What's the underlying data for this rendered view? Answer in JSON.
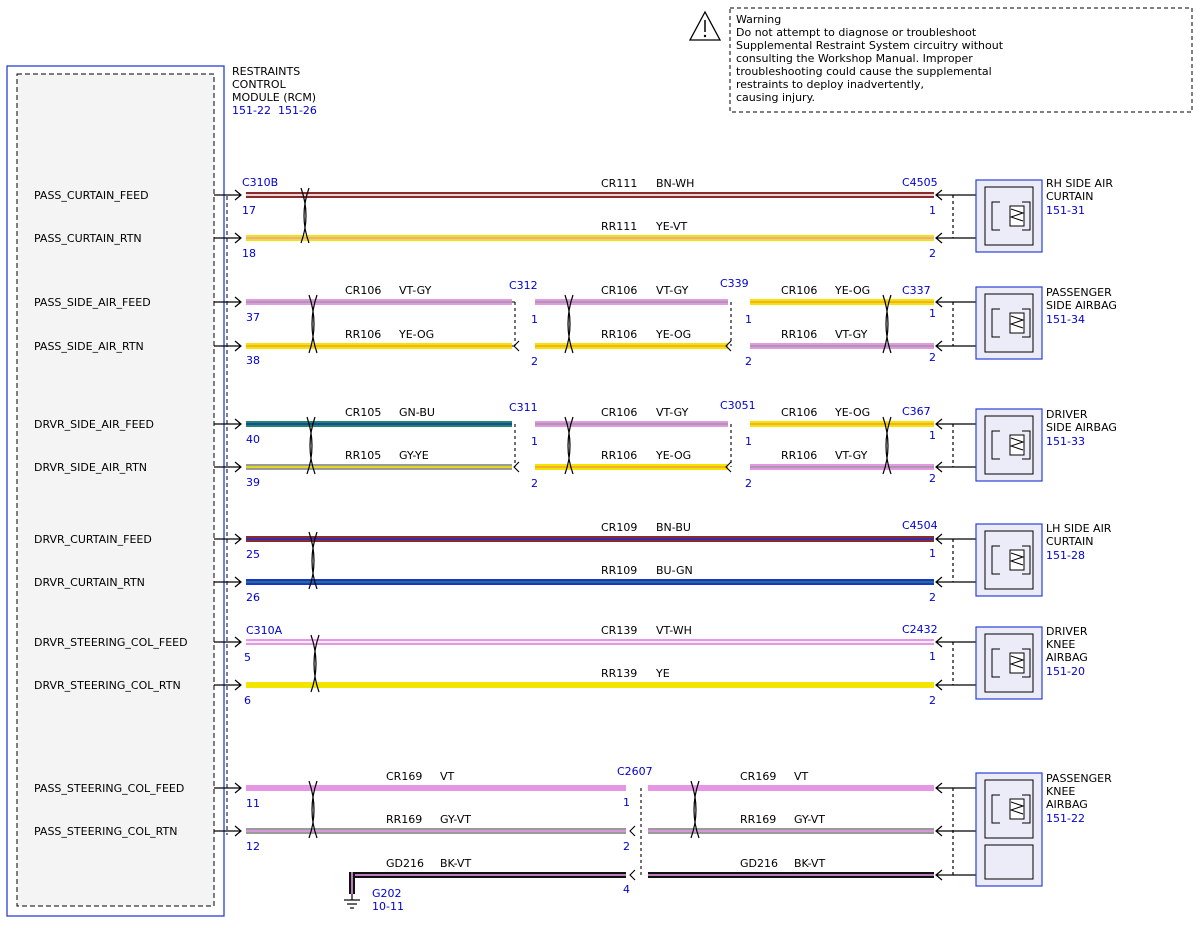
{
  "warning": {
    "icon": "warning-triangle-icon",
    "lines": [
      "Warning",
      "Do not attempt to diagnose or troubleshoot",
      "Supplemental Restraint System circuitry without",
      "consulting the Workshop Manual. Improper",
      "troubleshooting could cause the supplemental",
      "restraints to deploy inadvertently,",
      "causing injury."
    ]
  },
  "module": {
    "name_lines": [
      "RESTRAINTS",
      "CONTROL",
      "MODULE (RCM)"
    ],
    "refs": "151-22  151-26",
    "pins": [
      "PASS_CURTAIN_FEED",
      "PASS_CURTAIN_RTN",
      "PASS_SIDE_AIR_FEED",
      "PASS_SIDE_AIR_RTN",
      "DRVR_SIDE_AIR_FEED",
      "DRVR_SIDE_AIR_RTN",
      "DRVR_CURTAIN_FEED",
      "DRVR_CURTAIN_RTN",
      "DRVR_STEERING_COL_FEED",
      "DRVR_STEERING_COL_RTN",
      "PASS_STEERING_COL_FEED",
      "PASS_STEERING_COL_RTN"
    ]
  },
  "connectors": {
    "c310b": "C310B",
    "c310a": "C310A",
    "c312": "C312",
    "c339": "C339",
    "c337": "C337",
    "c311": "C311",
    "c3051": "C3051",
    "c367": "C367",
    "c4505": "C4505",
    "c4504": "C4504",
    "c2432": "C2432",
    "c2607": "C2607"
  },
  "pins": {
    "p17": "17",
    "p18": "18",
    "p37": "37",
    "p38": "38",
    "p40": "40",
    "p39": "39",
    "p25": "25",
    "p26": "26",
    "p5": "5",
    "p6": "6",
    "p11": "11",
    "p12": "12",
    "one": "1",
    "two": "2",
    "four": "4"
  },
  "circuits": {
    "cr111": "CR111",
    "rr111": "RR111",
    "cr106": "CR106",
    "rr106": "RR106",
    "cr105": "CR105",
    "rr105": "RR105",
    "cr109": "CR109",
    "rr109": "RR109",
    "cr139": "CR139",
    "rr139": "RR139",
    "cr169": "CR169",
    "rr169": "RR169",
    "gd216": "GD216"
  },
  "wire_colors": {
    "bn_wh": "BN-WH",
    "ye_vt": "YE-VT",
    "vt_gy": "VT-GY",
    "ye_og": "YE-OG",
    "gn_bu": "GN-BU",
    "gy_ye": "GY-YE",
    "bn_bu": "BN-BU",
    "bu_gn": "BU-GN",
    "vt_wh": "VT-WH",
    "ye": "YE",
    "vt": "VT",
    "gy_vt": "GY-VT",
    "bk_vt": "BK-VT"
  },
  "components": {
    "rh_curtain": {
      "lines": [
        "RH SIDE AIR",
        "CURTAIN"
      ],
      "ref": "151-31"
    },
    "pass_side": {
      "lines": [
        "PASSENGER",
        "SIDE AIRBAG"
      ],
      "ref": "151-34"
    },
    "drvr_side": {
      "lines": [
        "DRIVER",
        "SIDE AIRBAG"
      ],
      "ref": "151-33"
    },
    "lh_curtain": {
      "lines": [
        "LH SIDE AIR",
        "CURTAIN"
      ],
      "ref": "151-28"
    },
    "drvr_knee": {
      "lines": [
        "DRIVER",
        "KNEE",
        "AIRBAG"
      ],
      "ref": "151-20"
    },
    "pass_knee": {
      "lines": [
        "PASSENGER",
        "KNEE",
        "AIRBAG"
      ],
      "ref": "151-22"
    }
  },
  "ground": {
    "name": "G202",
    "ref": "10-11"
  },
  "palette": {
    "BN": "#8b2a2a",
    "WH": "#ffffff",
    "YE": "#f2e600",
    "VT": "#e597e5",
    "GY": "#9a9a9a",
    "OG": "#f7a13a",
    "GN": "#1f8a5a",
    "BU": "#1d2fd6",
    "BK": "#111111",
    "connector_label": "#0000d0",
    "module_border": "#2a3fd8",
    "module_fill": "#f4f4f4",
    "component_fill": "#ececf8"
  }
}
